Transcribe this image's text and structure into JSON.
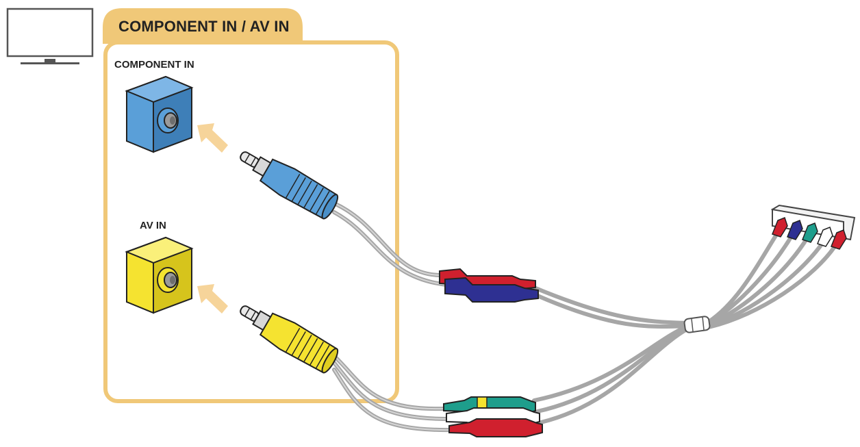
{
  "panel": {
    "title": "COMPONENT IN / AV IN",
    "component_label": "COMPONENT IN",
    "av_label": "AV IN"
  },
  "colors": {
    "panel_accent": "#F0C878",
    "component_port": "#5A9FD8",
    "av_port": "#F5E330",
    "arrow": "#F6D49A",
    "cable_gray": "#A6A6A6",
    "rca_red": "#D0202E",
    "rca_blue": "#2E3092",
    "rca_green": "#1E9E8C",
    "rca_white": "#FFFFFF"
  },
  "icons": {
    "tv": "tv-icon",
    "component_jack": "component-jack-icon",
    "av_jack": "av-jack-icon",
    "insert_arrow": "insert-arrow-icon",
    "rca_bundle": "rca-bundle-icon"
  }
}
